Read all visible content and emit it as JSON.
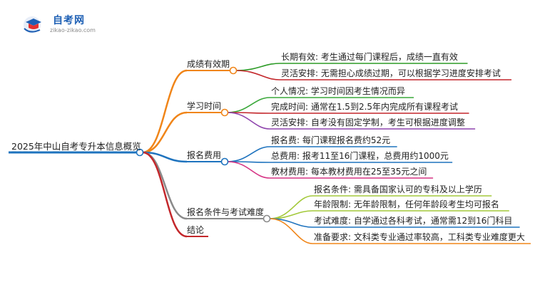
{
  "logo": {
    "title": "自考网",
    "url": "zikao-zikao.com",
    "colors": {
      "primary": "#1d5fb4",
      "accent": "#e4312f"
    }
  },
  "mindmap": {
    "root": "2025年中山自考专升本信息概览",
    "branches": [
      {
        "label": "成绩有效期",
        "color": "#f08519",
        "children": [
          {
            "label": "长期有效: 考生通过每门课程后，成绩一直有效",
            "color": "#2d9b27"
          },
          {
            "label": "灵活安排: 无需担心成绩过期，可以根据学习进度安排考试",
            "color": "#c3272b"
          }
        ]
      },
      {
        "label": "学习时间",
        "color": "#f08519",
        "children": [
          {
            "label": "个人情况: 学习时间因考生情况而异",
            "color": "#3aa83a"
          },
          {
            "label": "完成时间: 通常在1.5到2.5年内完成所有课程考试",
            "color": "#c3272b"
          },
          {
            "label": "灵活安排: 自考没有固定学制，考生可根据进度调整",
            "color": "#8e44ad"
          }
        ]
      },
      {
        "label": "报名费用",
        "color": "#1e73be",
        "children": [
          {
            "label": "报名费: 每门课程报名费约52元",
            "color": "#1e73be"
          },
          {
            "label": "总费用: 报考11至16门课程，总费用约1000元",
            "color": "#1e73be"
          },
          {
            "label": "教材费用: 每本教材费用在25至35元之间",
            "color": "#d63384"
          }
        ]
      },
      {
        "label": "报名条件与考试难度",
        "color": "#8a8a8a",
        "children": [
          {
            "label": "报名条件: 需具备国家认可的专科及以上学历",
            "color": "#a3c93a"
          },
          {
            "label": "年龄限制: 无年龄限制，任何年龄段考生均可报名",
            "color": "#a3c93a"
          },
          {
            "label": "考试难度: 自学通过各科考试，通常需12到16门科目",
            "color": "#1e73be"
          },
          {
            "label": "准备要求: 文科类专业通过率较高，工科类专业难度更大",
            "color": "#f08519"
          }
        ]
      },
      {
        "label": "结论",
        "color": "#c3272b",
        "children": []
      }
    ]
  }
}
